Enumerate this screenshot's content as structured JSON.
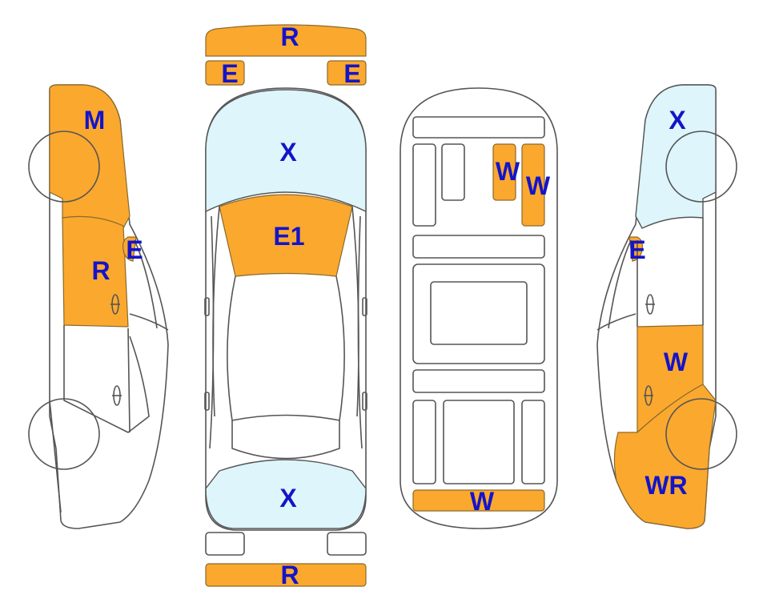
{
  "colors": {
    "orange": "#fba82f",
    "light_blue": "#ddf5fb",
    "white": "#ffffff",
    "label": "#1414c8",
    "outline": "#555555"
  },
  "labels": {
    "front_bumper": "R",
    "front_left_marker": "E",
    "front_right_marker": "E",
    "hood": "X",
    "windshield": "E1",
    "rear_window": "X",
    "rear_bumper": "R",
    "left_front_fender": "M",
    "left_front_door": "R",
    "left_mirror": "E",
    "right_rear_quarter": "X",
    "right_mirror": "E",
    "right_rear_door": "W",
    "right_front_fender": "WR",
    "interior_seat_a": "W",
    "interior_seat_b": "W",
    "interior_rear": "W"
  }
}
